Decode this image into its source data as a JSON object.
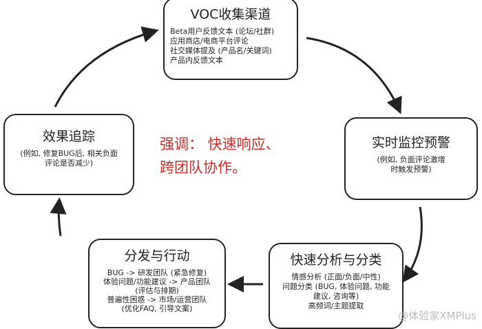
{
  "emphasis": {
    "line1": "强调： 快速响应、",
    "line2": "跨团队协作。",
    "color": "#d62b2b"
  },
  "nodes": {
    "voc": {
      "title": "VOC收集渠道",
      "lines": [
        "Beta用户反馈文本 (论坛/社群)",
        "应用商店/电商平台评论",
        "社交媒体提及 (产品名/关键词)",
        "产品内反馈文本"
      ]
    },
    "monitor": {
      "title": "实时监控预警",
      "lines": [
        "(例如, 负面评论激增",
        "时触发预警)"
      ]
    },
    "analysis": {
      "title": "快速分析与分类",
      "lines": [
        "情感分析 (正面/负面/中性)",
        "问题分类 (BUG, 体验问题, 功能",
        "建议, 咨询等)",
        "高频词/主题提取"
      ]
    },
    "action": {
      "title": "分发与行动",
      "lines": [
        "BUG -> 研发团队 (紧急修复)",
        "体验问题/功能建议 -> 产品团队",
        "(评估与排期)",
        "普遍性困惑 -> 市场/运营团队",
        "(优化FAQ, 引导文案)"
      ]
    },
    "tracking": {
      "title": "效果追踪",
      "lines": [
        "(例如, 修复BUG后, 相关负面",
        "评论是否减少)"
      ]
    }
  },
  "watermark": "@体验家XMPlus"
}
